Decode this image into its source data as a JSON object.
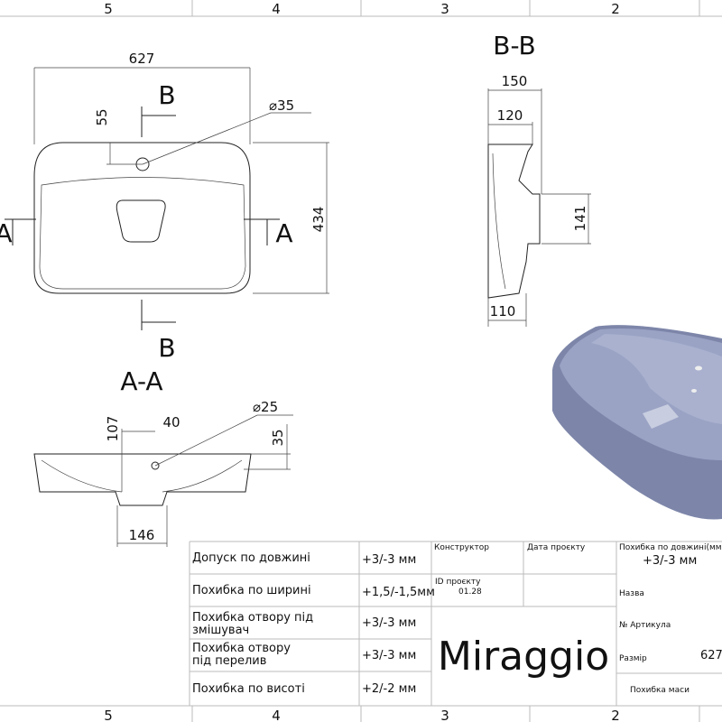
{
  "frame": {
    "columns": [
      "5",
      "4",
      "3",
      "2"
    ]
  },
  "top_view": {
    "width": "627",
    "depth": "434",
    "hole_offset": "55",
    "hole_diameter": "⌀35",
    "section_a": "A",
    "section_b": "B"
  },
  "section_bb": {
    "title": "B-B",
    "dim_150": "150",
    "dim_120": "120",
    "dim_141": "141",
    "dim_110": "110"
  },
  "section_aa": {
    "title": "A-A",
    "dim_107": "107",
    "dim_40": "40",
    "dim_diameter": "⌀25",
    "dim_35": "35",
    "dim_146": "146"
  },
  "tolerances": [
    {
      "label": "Допуск по довжині",
      "value": "+3/-3 мм"
    },
    {
      "label": "Похибка по ширині",
      "value": "+1,5/-1,5мм"
    },
    {
      "label_line1": "Похибка отвору під",
      "label_line2": "змішувач",
      "value": "+3/-3 мм"
    },
    {
      "label_line1": "Похибка отвору",
      "label_line2": "під перелив",
      "value": "+3/-3 мм"
    },
    {
      "label": "Похибка по висоті",
      "value": "+2/-2 мм"
    }
  ],
  "title_block": {
    "designer_label": "Конструктор",
    "date_label": "Дата проєкту",
    "project_id_label": "ID проєкту",
    "project_id": "01.28",
    "brand": "Miraggio",
    "length_tol_label": "Похибка по довжині(мм)",
    "length_tol": "+3/-3 мм",
    "name_label": "Назва",
    "article_label": "№ Артикула",
    "size_label": "Размір",
    "size": "627",
    "mass_tol_label": "Похибка маси"
  },
  "colors": {
    "render": "#8c95b8"
  }
}
